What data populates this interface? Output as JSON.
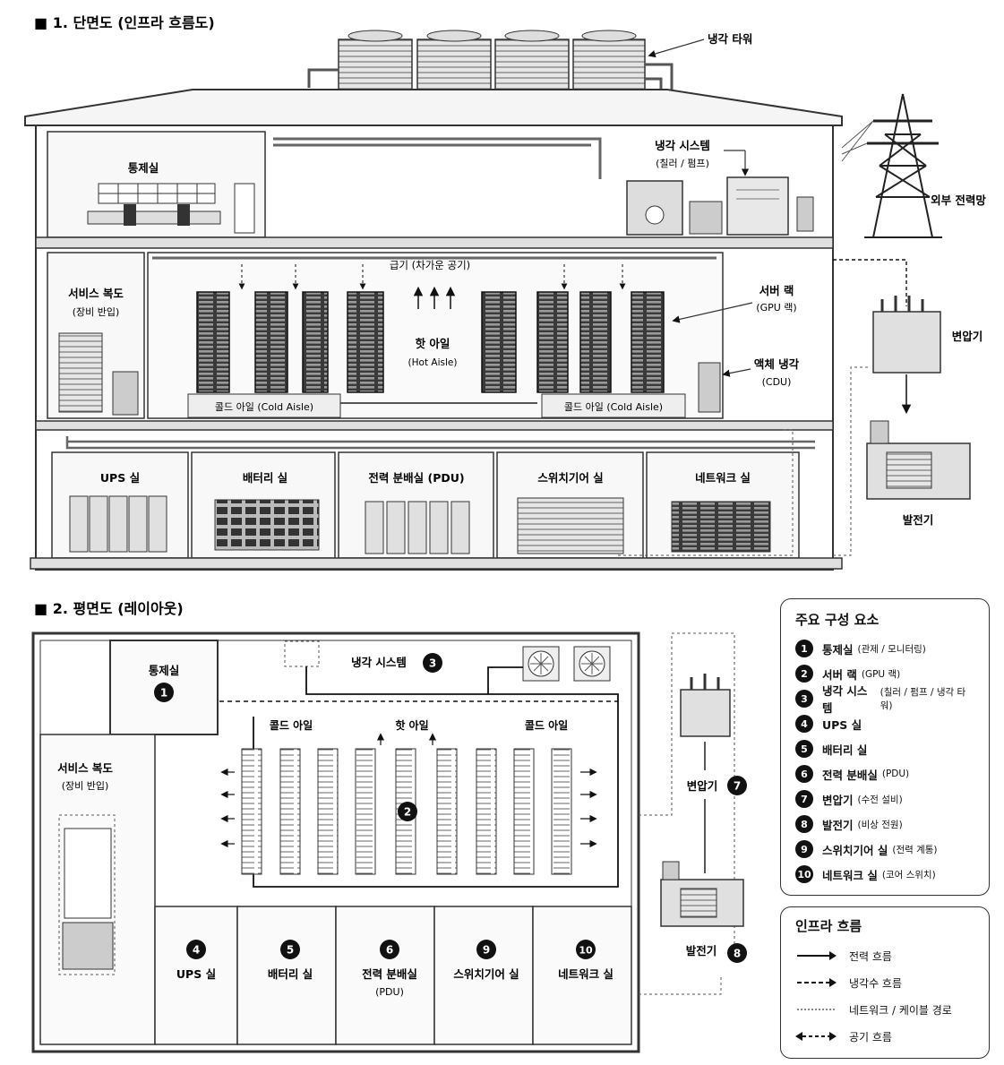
{
  "sections": {
    "section_view_title": "■ 1. 단면도 (인프라 흐름도)",
    "plan_view_title": "■ 2. 평면도 (레이아웃)"
  },
  "section_labels": {
    "cooling_tower": "냉각 타워",
    "control_room": "통제실",
    "cooling_system": "냉각 시스템",
    "cooling_system_sub": "(칠러 / 펌프)",
    "external_grid": "외부 전력망",
    "service_corridor": "서비스 복도",
    "service_corridor_sub": "(장비 반입)",
    "supply_air": "급기 (차가운 공기)",
    "hot_aisle": "핫 아일",
    "hot_aisle_sub": "(Hot Aisle)",
    "server_rack": "서버 랙",
    "server_rack_sub": "(GPU 랙)",
    "liquid_cooling": "액체 냉각",
    "liquid_cooling_sub": "(CDU)",
    "cold_aisle_left": "콜드 아일 (Cold Aisle)",
    "cold_aisle_right": "콜드 아일 (Cold Aisle)",
    "transformer": "변압기",
    "generator": "발전기",
    "ups_room": "UPS 실",
    "battery_room": "배터리 실",
    "pdu_room": "전력 분배실 (PDU)",
    "switchgear_room": "스위치기어 실",
    "network_room": "네트워크 실"
  },
  "plan_labels": {
    "control_room": "통제실",
    "cooling_system": "냉각 시스템",
    "service_corridor": "서비스 복도",
    "service_corridor_sub": "(장비 반입)",
    "cold_aisle_left": "콜드 아일",
    "hot_aisle": "핫 아일",
    "cold_aisle_right": "콜드 아일",
    "transformer": "변압기",
    "generator": "발전기",
    "ups_room": "UPS 실",
    "battery_room": "배터리 실",
    "pdu_room": "전력 분배실",
    "pdu_room_sub": "(PDU)",
    "switchgear_room": "스위치기어 실",
    "network_room": "네트워크 실"
  },
  "badges": {
    "control": "1",
    "server": "2",
    "cooling": "3",
    "ups": "4",
    "battery": "5",
    "pdu": "6",
    "transformer": "7",
    "generator": "8",
    "switchgear": "9",
    "network": "10"
  },
  "legend": {
    "title": "주요 구성 요소",
    "items": [
      {
        "num": "1",
        "label": "통제실",
        "sub": "(관제 / 모니터링)"
      },
      {
        "num": "2",
        "label": "서버 랙",
        "sub": "(GPU 랙)"
      },
      {
        "num": "3",
        "label": "냉각 시스템",
        "sub": "(칠러 / 펌프 / 냉각 타워)"
      },
      {
        "num": "4",
        "label": "UPS 실",
        "sub": ""
      },
      {
        "num": "5",
        "label": "배터리 실",
        "sub": ""
      },
      {
        "num": "6",
        "label": "전력 분배실",
        "sub": "(PDU)"
      },
      {
        "num": "7",
        "label": "변압기",
        "sub": "(수전 설비)"
      },
      {
        "num": "8",
        "label": "발전기",
        "sub": "(비상 전원)"
      },
      {
        "num": "9",
        "label": "스위치기어 실",
        "sub": "(전력 계통)"
      },
      {
        "num": "10",
        "label": "네트워크 실",
        "sub": "(코어 스위치)"
      }
    ]
  },
  "flow_legend": {
    "title": "인프라 흐름",
    "items": [
      {
        "label": "전력 흐름",
        "style": "solid-arrow"
      },
      {
        "label": "냉각수 흐름",
        "style": "dashed-arrow"
      },
      {
        "label": "네트워크 / 케이블 경로",
        "style": "dotted-line"
      },
      {
        "label": "공기 흐름",
        "style": "double-arrow"
      }
    ]
  },
  "colors": {
    "ink": "#111111",
    "line": "#333333",
    "panel": "#f2f2f2",
    "equipment": "#d9d9d9"
  }
}
